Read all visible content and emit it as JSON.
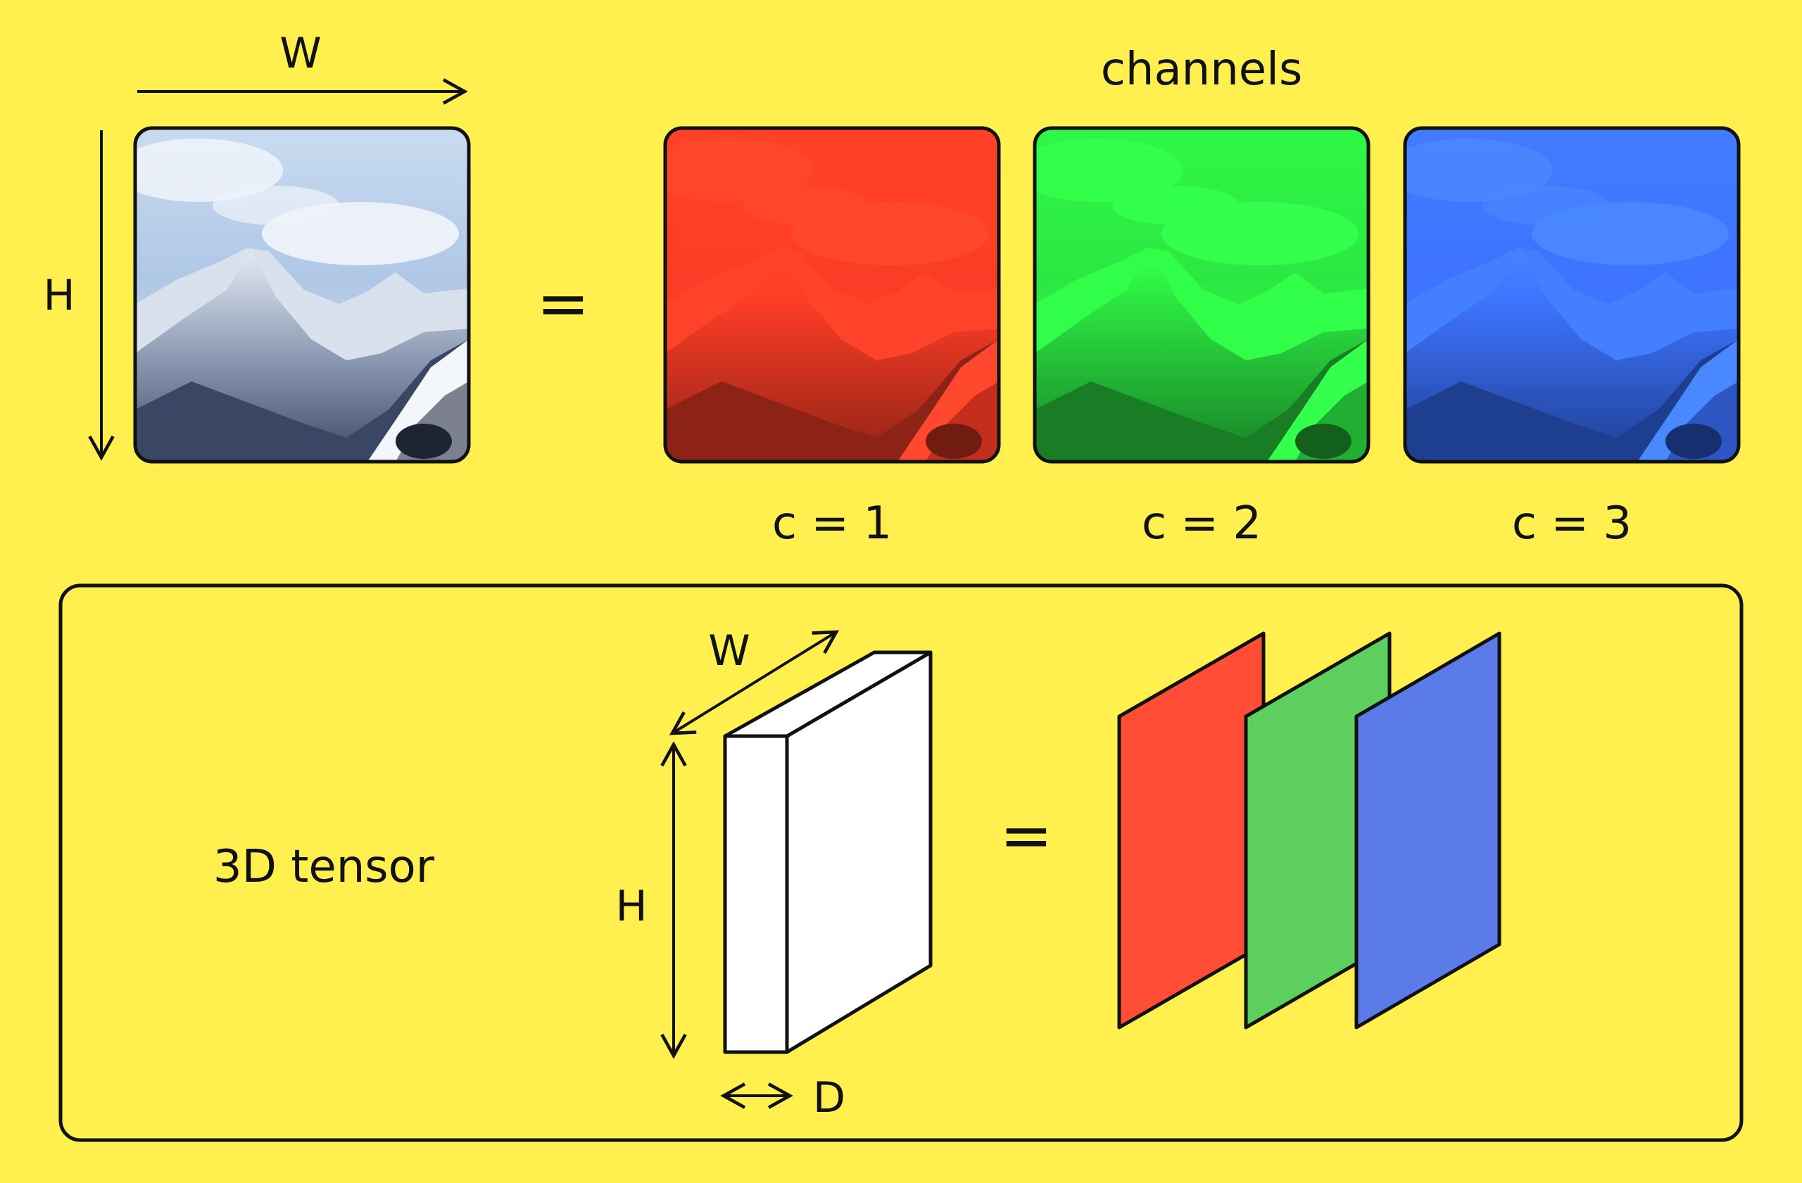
{
  "top": {
    "width_label": "W",
    "height_label": "H",
    "equals": "=",
    "channels_title": "channels",
    "channel_labels": [
      "c = 1",
      "c = 2",
      "c = 3"
    ]
  },
  "bottom": {
    "tensor_label": "3D tensor",
    "width_label": "W",
    "height_label": "H",
    "depth_label": "D",
    "equals": "="
  },
  "colors": {
    "background": "#FFF04F",
    "red": "#FF4D36",
    "green": "#5CCF5E",
    "blue": "#5B7CE8",
    "outline": "#111111"
  }
}
